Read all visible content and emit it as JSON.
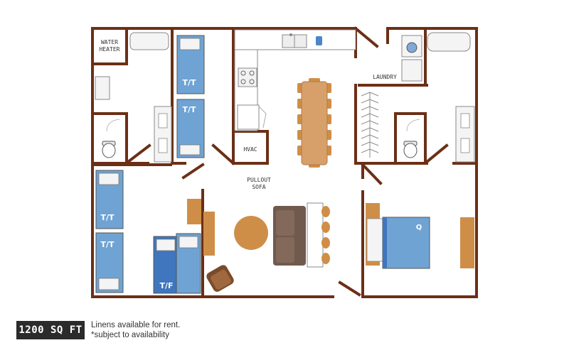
{
  "plan": {
    "rooms": {
      "water_heater": "WATER\nHEATER",
      "laundry": "LAUNDRY",
      "hvac": "HVAC",
      "pullout_sofa": "PULLOUT\nSOFA"
    },
    "beds": {
      "bed_1": "T/T",
      "bed_2": "T/T",
      "bed_3": "T/T",
      "bed_4": "T/T",
      "bed_5": "T/F",
      "bed_6": "Q"
    }
  },
  "footer": {
    "area": "1200 SQ FT",
    "note_line1": "Linens available for rent.",
    "note_line2": "*subject to availability"
  },
  "colors": {
    "wall": "#6b2f16",
    "mattress": "#6fa3d3",
    "mattress_dark": "#3f76bd",
    "wood": "#cf8e48",
    "sofa": "#6f5a4d",
    "text": "#333333"
  }
}
